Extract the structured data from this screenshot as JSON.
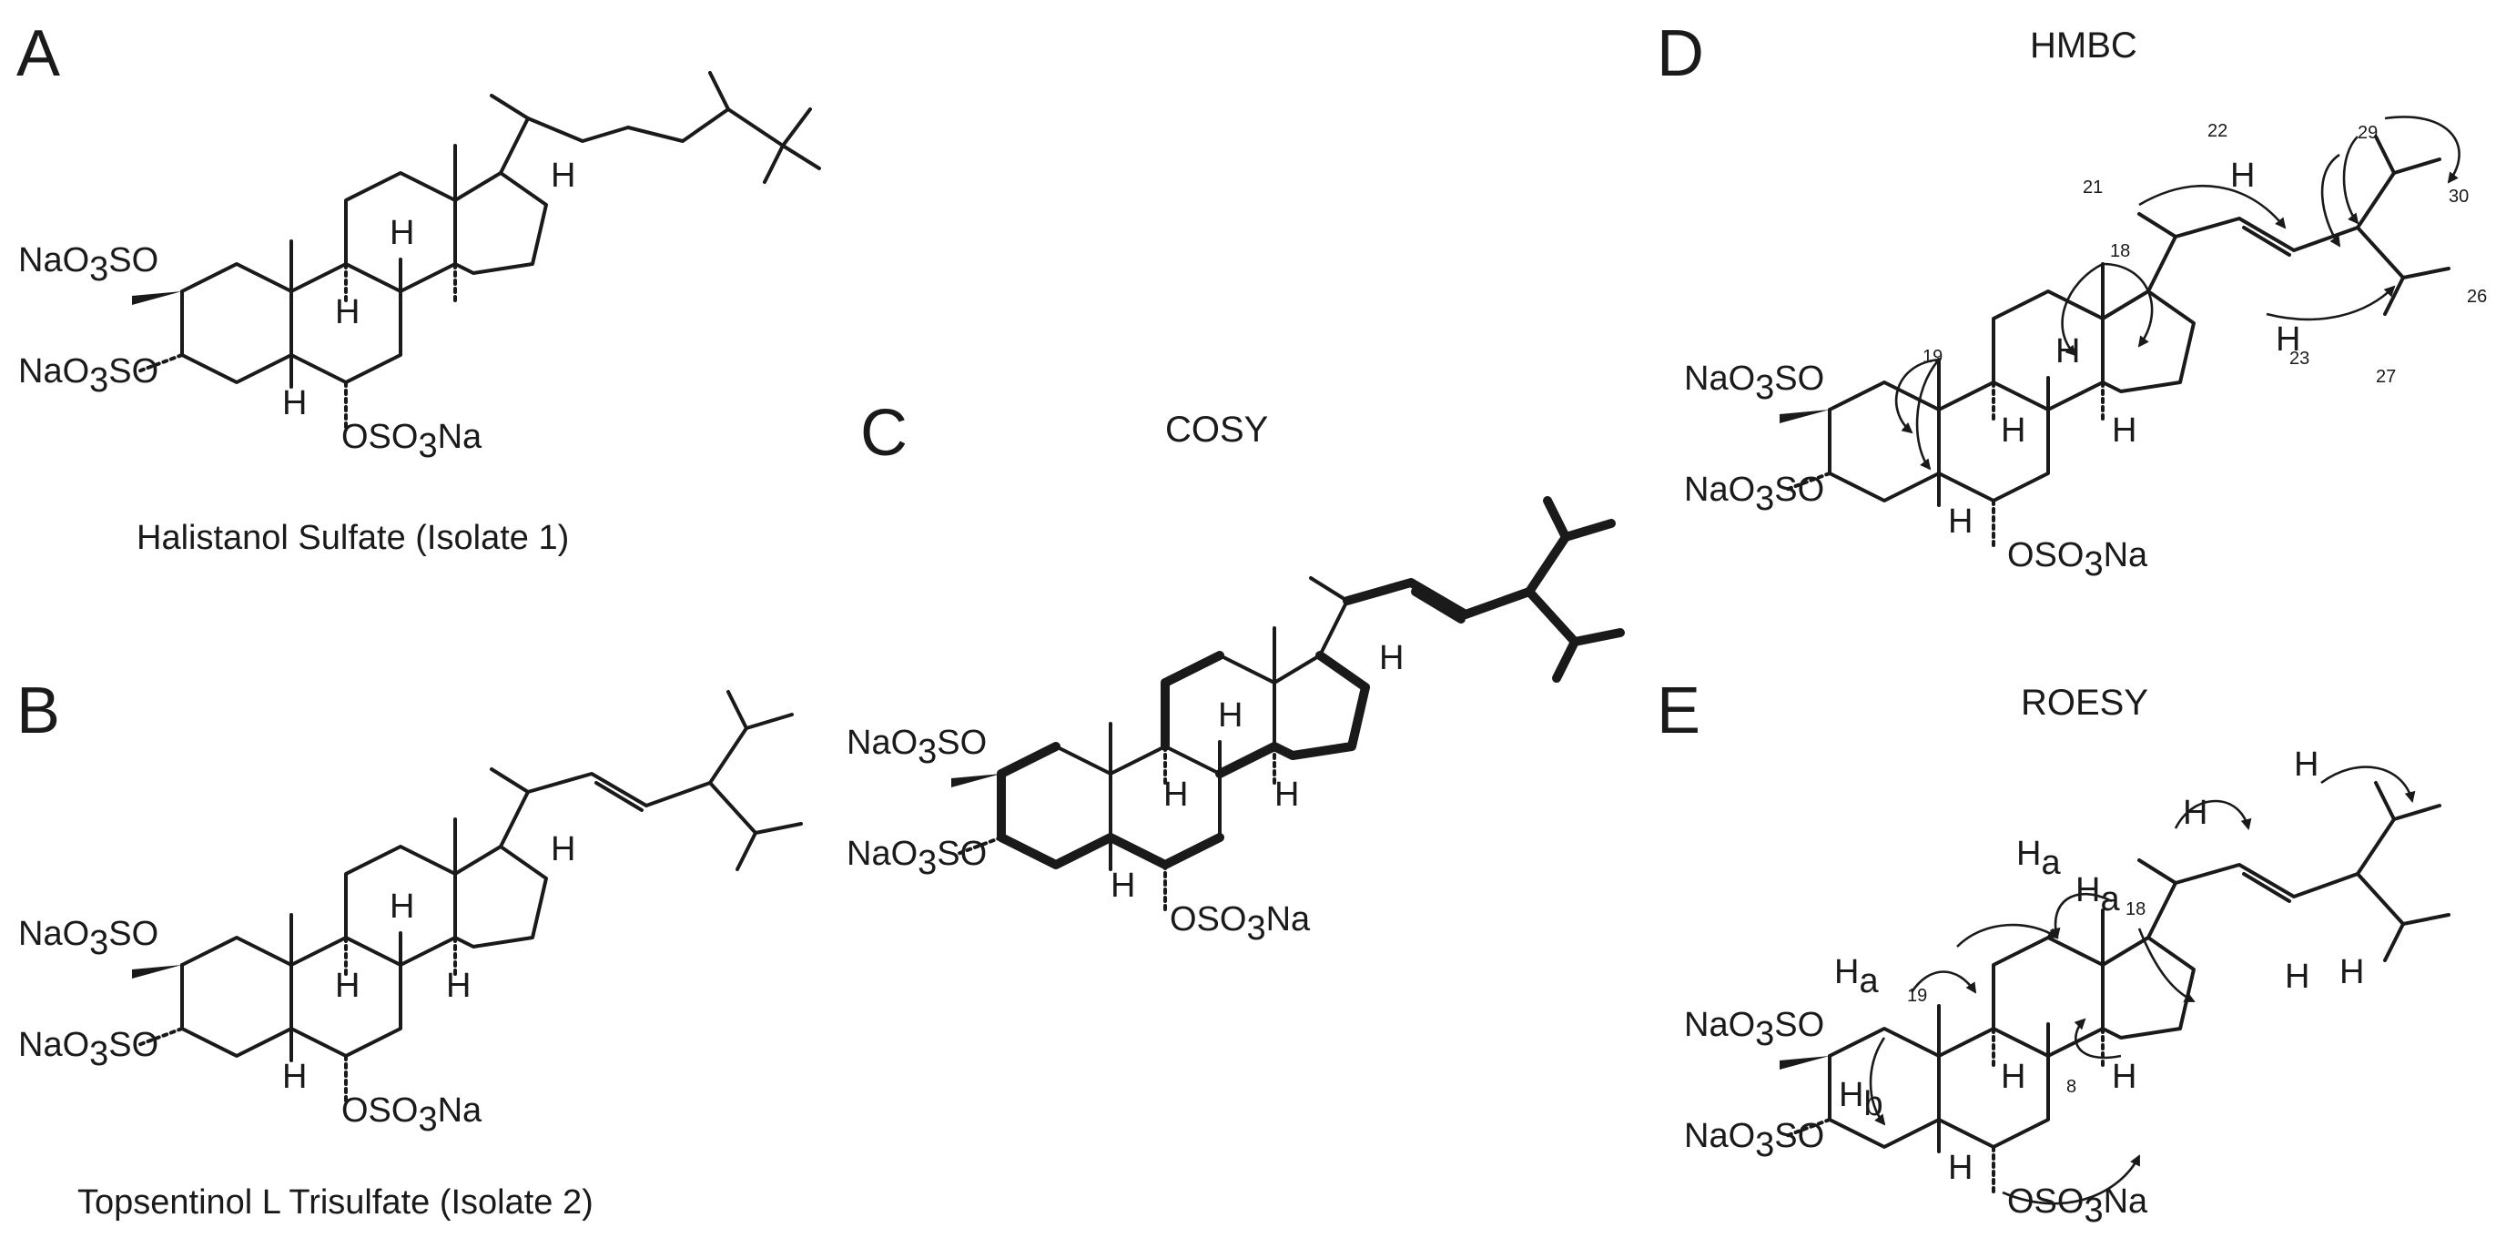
{
  "panels": {
    "A": {
      "letter": "A",
      "caption": "Halistanol Sulfate (Isolate 1)"
    },
    "B": {
      "letter": "B",
      "caption": "Topsentinol L Trisulfate (Isolate 2)"
    },
    "C": {
      "letter": "C",
      "title": "COSY"
    },
    "D": {
      "letter": "D",
      "title": "HMBC"
    },
    "E": {
      "letter": "E",
      "title": "ROESY"
    }
  },
  "substituents": {
    "nao3so_prefix": "NaO",
    "sub3": "3",
    "so_suffix": "SO",
    "oso3na_prefix": "OSO",
    "na_suffix": "Na",
    "hydrogen": "H",
    "h_a": "a",
    "h_b": "b"
  },
  "hmbc_labels": [
    "22",
    "29",
    "30",
    "21",
    "18",
    "19",
    "26",
    "23",
    "27"
  ],
  "roesy_labels": [
    "18",
    "19",
    "8"
  ]
}
